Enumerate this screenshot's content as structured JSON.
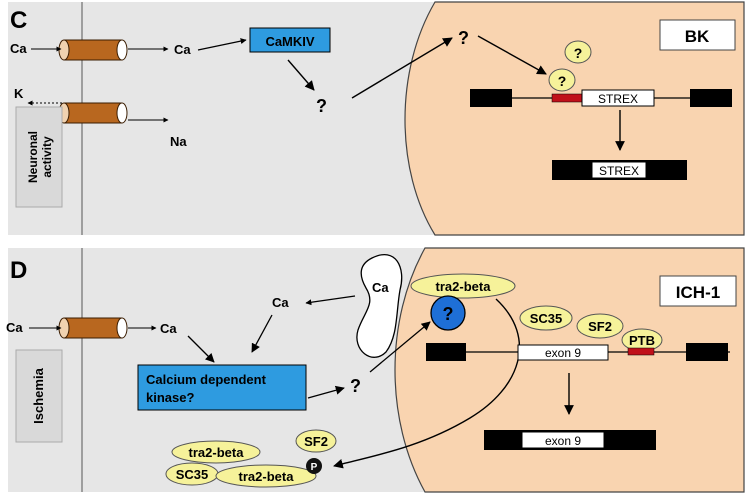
{
  "panel_c": {
    "letter": "C",
    "gene_box": "BK",
    "ca_in": "Ca",
    "ca_cyto": "Ca",
    "k_out": "K",
    "na_in": "Na",
    "camkiv": "CaMKIV",
    "q_cyto": "?",
    "q_nuc": "?",
    "q_oval_top": "?",
    "q_oval_exon": "?",
    "strex_pre": "STREX",
    "strex_post": "STREX",
    "side_label_1": "Neuronal",
    "side_label_2": "activity"
  },
  "panel_d": {
    "letter": "D",
    "gene_box": "ICH-1",
    "ca_in": "Ca",
    "ca_cyto": "Ca",
    "ca_top": "Ca",
    "ca_store": "Ca",
    "kinase_line1": "Calcium dependent",
    "kinase_line2": "kinase?",
    "q_cyto": "?",
    "q_blue": "?",
    "tra2_nuc": "tra2-beta",
    "sc35_nuc": "SC35",
    "sf2_nuc": "SF2",
    "ptb": "PTB",
    "exon_pre": "exon 9",
    "exon_post": "exon 9",
    "tra2_cyto": "tra2-beta",
    "sf2_cyto": "SF2",
    "sc35_cyto": "SC35",
    "tra2_phos": "tra2-beta",
    "phos": "P",
    "side_label": "Ischemia"
  },
  "colors": {
    "cytoplasm": "#e6e6e6",
    "nucleus": "#f9d4b0",
    "channel": "#b8671f",
    "kinase_blue": "#2e9be0",
    "oval_yellow": "#f6f29a",
    "strex_red": "#c0101a"
  }
}
